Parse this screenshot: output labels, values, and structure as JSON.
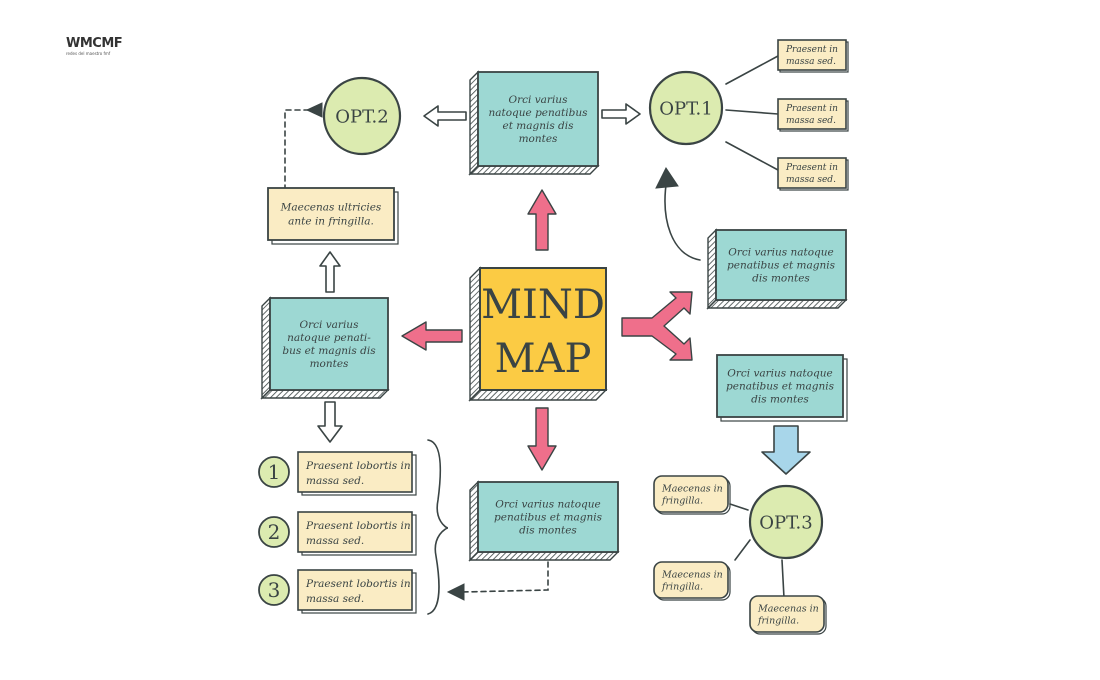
{
  "logo": {
    "mark": "WMCMF",
    "tagline": "redes del maestro fmf"
  },
  "center": {
    "line1": "MIND",
    "line2": "MAP"
  },
  "opt1": {
    "label": "OPT.1"
  },
  "opt2": {
    "label": "OPT.2"
  },
  "opt3": {
    "label": "OPT.3"
  },
  "top_box": {
    "lines": [
      "Orci varius",
      "natoque penatibus",
      "et magnis dis",
      "montes"
    ]
  },
  "left_box": {
    "lines": [
      "Orci varius",
      "natoque penati-",
      "bus et magnis dis",
      "montes"
    ]
  },
  "maecenas_box": {
    "lines": [
      "Maecenas ultricies",
      "ante in fringilla."
    ]
  },
  "right_box_top": {
    "lines": [
      "Orci varius natoque",
      "penatibus et magnis",
      "dis montes"
    ]
  },
  "right_box_mid": {
    "lines": [
      "Orci varius natoque",
      "penatibus et magnis",
      "dis montes"
    ]
  },
  "bottom_box": {
    "lines": [
      "Orci varius natoque",
      "penatibus et magnis",
      "dis montes"
    ]
  },
  "opt1_notes": [
    {
      "lines": [
        "Praesent in",
        "massa sed."
      ]
    },
    {
      "lines": [
        "Praesent in",
        "massa sed."
      ]
    },
    {
      "lines": [
        "Praesent in",
        "massa sed."
      ]
    }
  ],
  "numbered_items": [
    {
      "num": "1",
      "lines": [
        "Praesent lobortis in",
        "massa sed."
      ]
    },
    {
      "num": "2",
      "lines": [
        "Praesent lobortis in",
        "massa sed."
      ]
    },
    {
      "num": "3",
      "lines": [
        "Praesent lobortis in",
        "massa sed."
      ]
    }
  ],
  "opt3_notes": [
    {
      "lines": [
        "Maecenas in",
        "fringilla."
      ]
    },
    {
      "lines": [
        "Maecenas in",
        "fringilla."
      ]
    },
    {
      "lines": [
        "Maecenas in",
        "fringilla."
      ]
    }
  ],
  "colors": {
    "teal": "#9dd8d3",
    "cream": "#faecc4",
    "green": "#dcebb0",
    "yellow": "#fbcb44",
    "pink": "#ef6f8b",
    "ink": "#3a4444",
    "light_blue": "#a8d6ea"
  }
}
